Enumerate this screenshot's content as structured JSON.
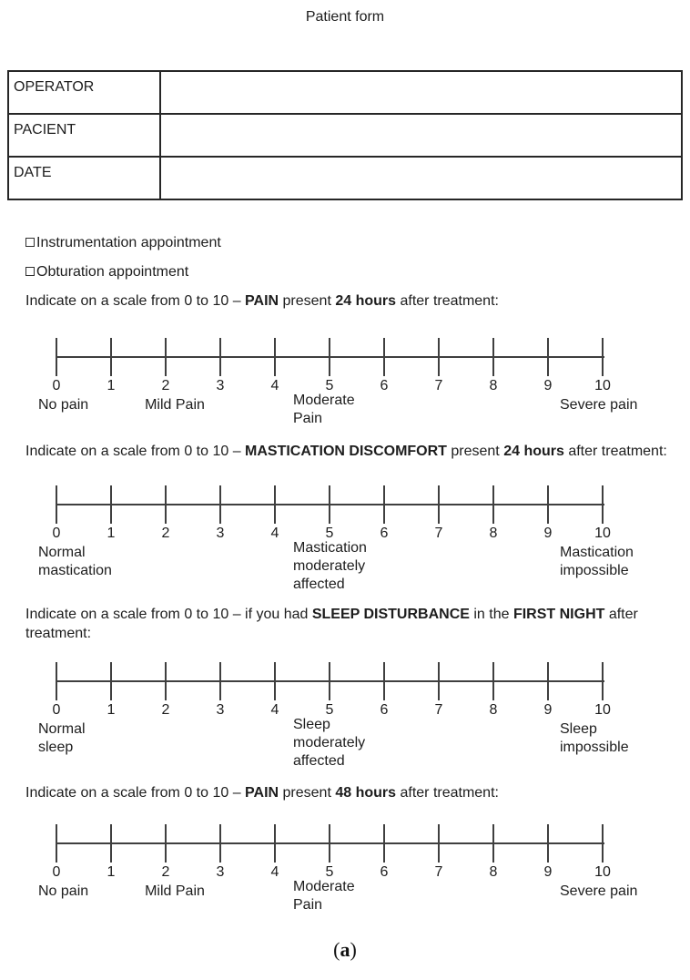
{
  "title": "Patient form",
  "info_table": {
    "rows": [
      {
        "label": "OPERATOR",
        "value": ""
      },
      {
        "label": "PACIENT",
        "value": ""
      },
      {
        "label": "DATE",
        "value": ""
      }
    ]
  },
  "appointment_checkboxes": [
    {
      "label": "Instrumentation appointment",
      "checked": false
    },
    {
      "label": "Obturation appointment",
      "checked": false
    }
  ],
  "questions": [
    {
      "prompt_segments": [
        {
          "text": "Indicate on a scale from 0 to 10 – ",
          "bold": false
        },
        {
          "text": "PAIN",
          "bold": true
        },
        {
          "text": " present ",
          "bold": false
        },
        {
          "text": "24 hours",
          "bold": true
        },
        {
          "text": " after treatment:",
          "bold": false
        }
      ],
      "scale": {
        "min": 0,
        "max": 10,
        "numbers": [
          "0",
          "1",
          "2",
          "3",
          "4",
          "5",
          "6",
          "7",
          "8",
          "9",
          "10"
        ],
        "anchors": [
          {
            "at": 0,
            "lines": [
              "No pain"
            ]
          },
          {
            "at": 2,
            "lines": [
              "Mild Pain"
            ]
          },
          {
            "at": 5,
            "lines": [
              "Moderate",
              "Pain"
            ]
          },
          {
            "at": 10,
            "lines": [
              "Severe pain"
            ]
          }
        ]
      }
    },
    {
      "prompt_segments": [
        {
          "text": "Indicate on a scale from 0 to 10 – ",
          "bold": false
        },
        {
          "text": "MASTICATION DISCOMFORT",
          "bold": true
        },
        {
          "text": " present ",
          "bold": false
        },
        {
          "text": "24 hours",
          "bold": true
        },
        {
          "text": " after treatment:",
          "bold": false
        }
      ],
      "scale": {
        "min": 0,
        "max": 10,
        "numbers": [
          "0",
          "1",
          "2",
          "3",
          "4",
          "5",
          "6",
          "7",
          "8",
          "9",
          "10"
        ],
        "anchors": [
          {
            "at": 0,
            "lines": [
              "Normal",
              "mastication"
            ]
          },
          {
            "at": 5,
            "lines": [
              "Mastication",
              "moderately",
              "affected"
            ]
          },
          {
            "at": 10,
            "lines": [
              "Mastication",
              "impossible"
            ]
          }
        ]
      }
    },
    {
      "prompt_segments": [
        {
          "text": "Indicate on a scale from 0 to 10 – if you had ",
          "bold": false
        },
        {
          "text": "SLEEP DISTURBANCE",
          "bold": true
        },
        {
          "text": " in the ",
          "bold": false
        },
        {
          "text": "FIRST NIGHT",
          "bold": true
        },
        {
          "text": " after",
          "bold": false
        },
        {
          "break": true
        },
        {
          "text": "treatment:",
          "bold": false
        }
      ],
      "scale": {
        "min": 0,
        "max": 10,
        "numbers": [
          "0",
          "1",
          "2",
          "3",
          "4",
          "5",
          "6",
          "7",
          "8",
          "9",
          "10"
        ],
        "anchors": [
          {
            "at": 0,
            "lines": [
              "Normal",
              "sleep"
            ]
          },
          {
            "at": 5,
            "lines": [
              "Sleep",
              "moderately",
              "affected"
            ]
          },
          {
            "at": 10,
            "lines": [
              "Sleep",
              "impossible"
            ]
          }
        ]
      }
    },
    {
      "prompt_segments": [
        {
          "text": "Indicate on a scale from 0 to 10 – ",
          "bold": false
        },
        {
          "text": "PAIN",
          "bold": true
        },
        {
          "text": " present ",
          "bold": false
        },
        {
          "text": "48 hours",
          "bold": true
        },
        {
          "text": " after treatment:",
          "bold": false
        }
      ],
      "scale": {
        "min": 0,
        "max": 10,
        "numbers": [
          "0",
          "1",
          "2",
          "3",
          "4",
          "5",
          "6",
          "7",
          "8",
          "9",
          "10"
        ],
        "anchors": [
          {
            "at": 0,
            "lines": [
              "No pain"
            ]
          },
          {
            "at": 2,
            "lines": [
              "Mild Pain"
            ]
          },
          {
            "at": 5,
            "lines": [
              "Moderate",
              "Pain"
            ]
          },
          {
            "at": 10,
            "lines": [
              "Severe pain"
            ]
          }
        ]
      }
    }
  ],
  "figure_label": {
    "prefix": "(",
    "letter": "a",
    "suffix": ")"
  },
  "colors": {
    "text": "#1d1d1d",
    "line": "#3f3f3f",
    "table_border": "#262626"
  }
}
